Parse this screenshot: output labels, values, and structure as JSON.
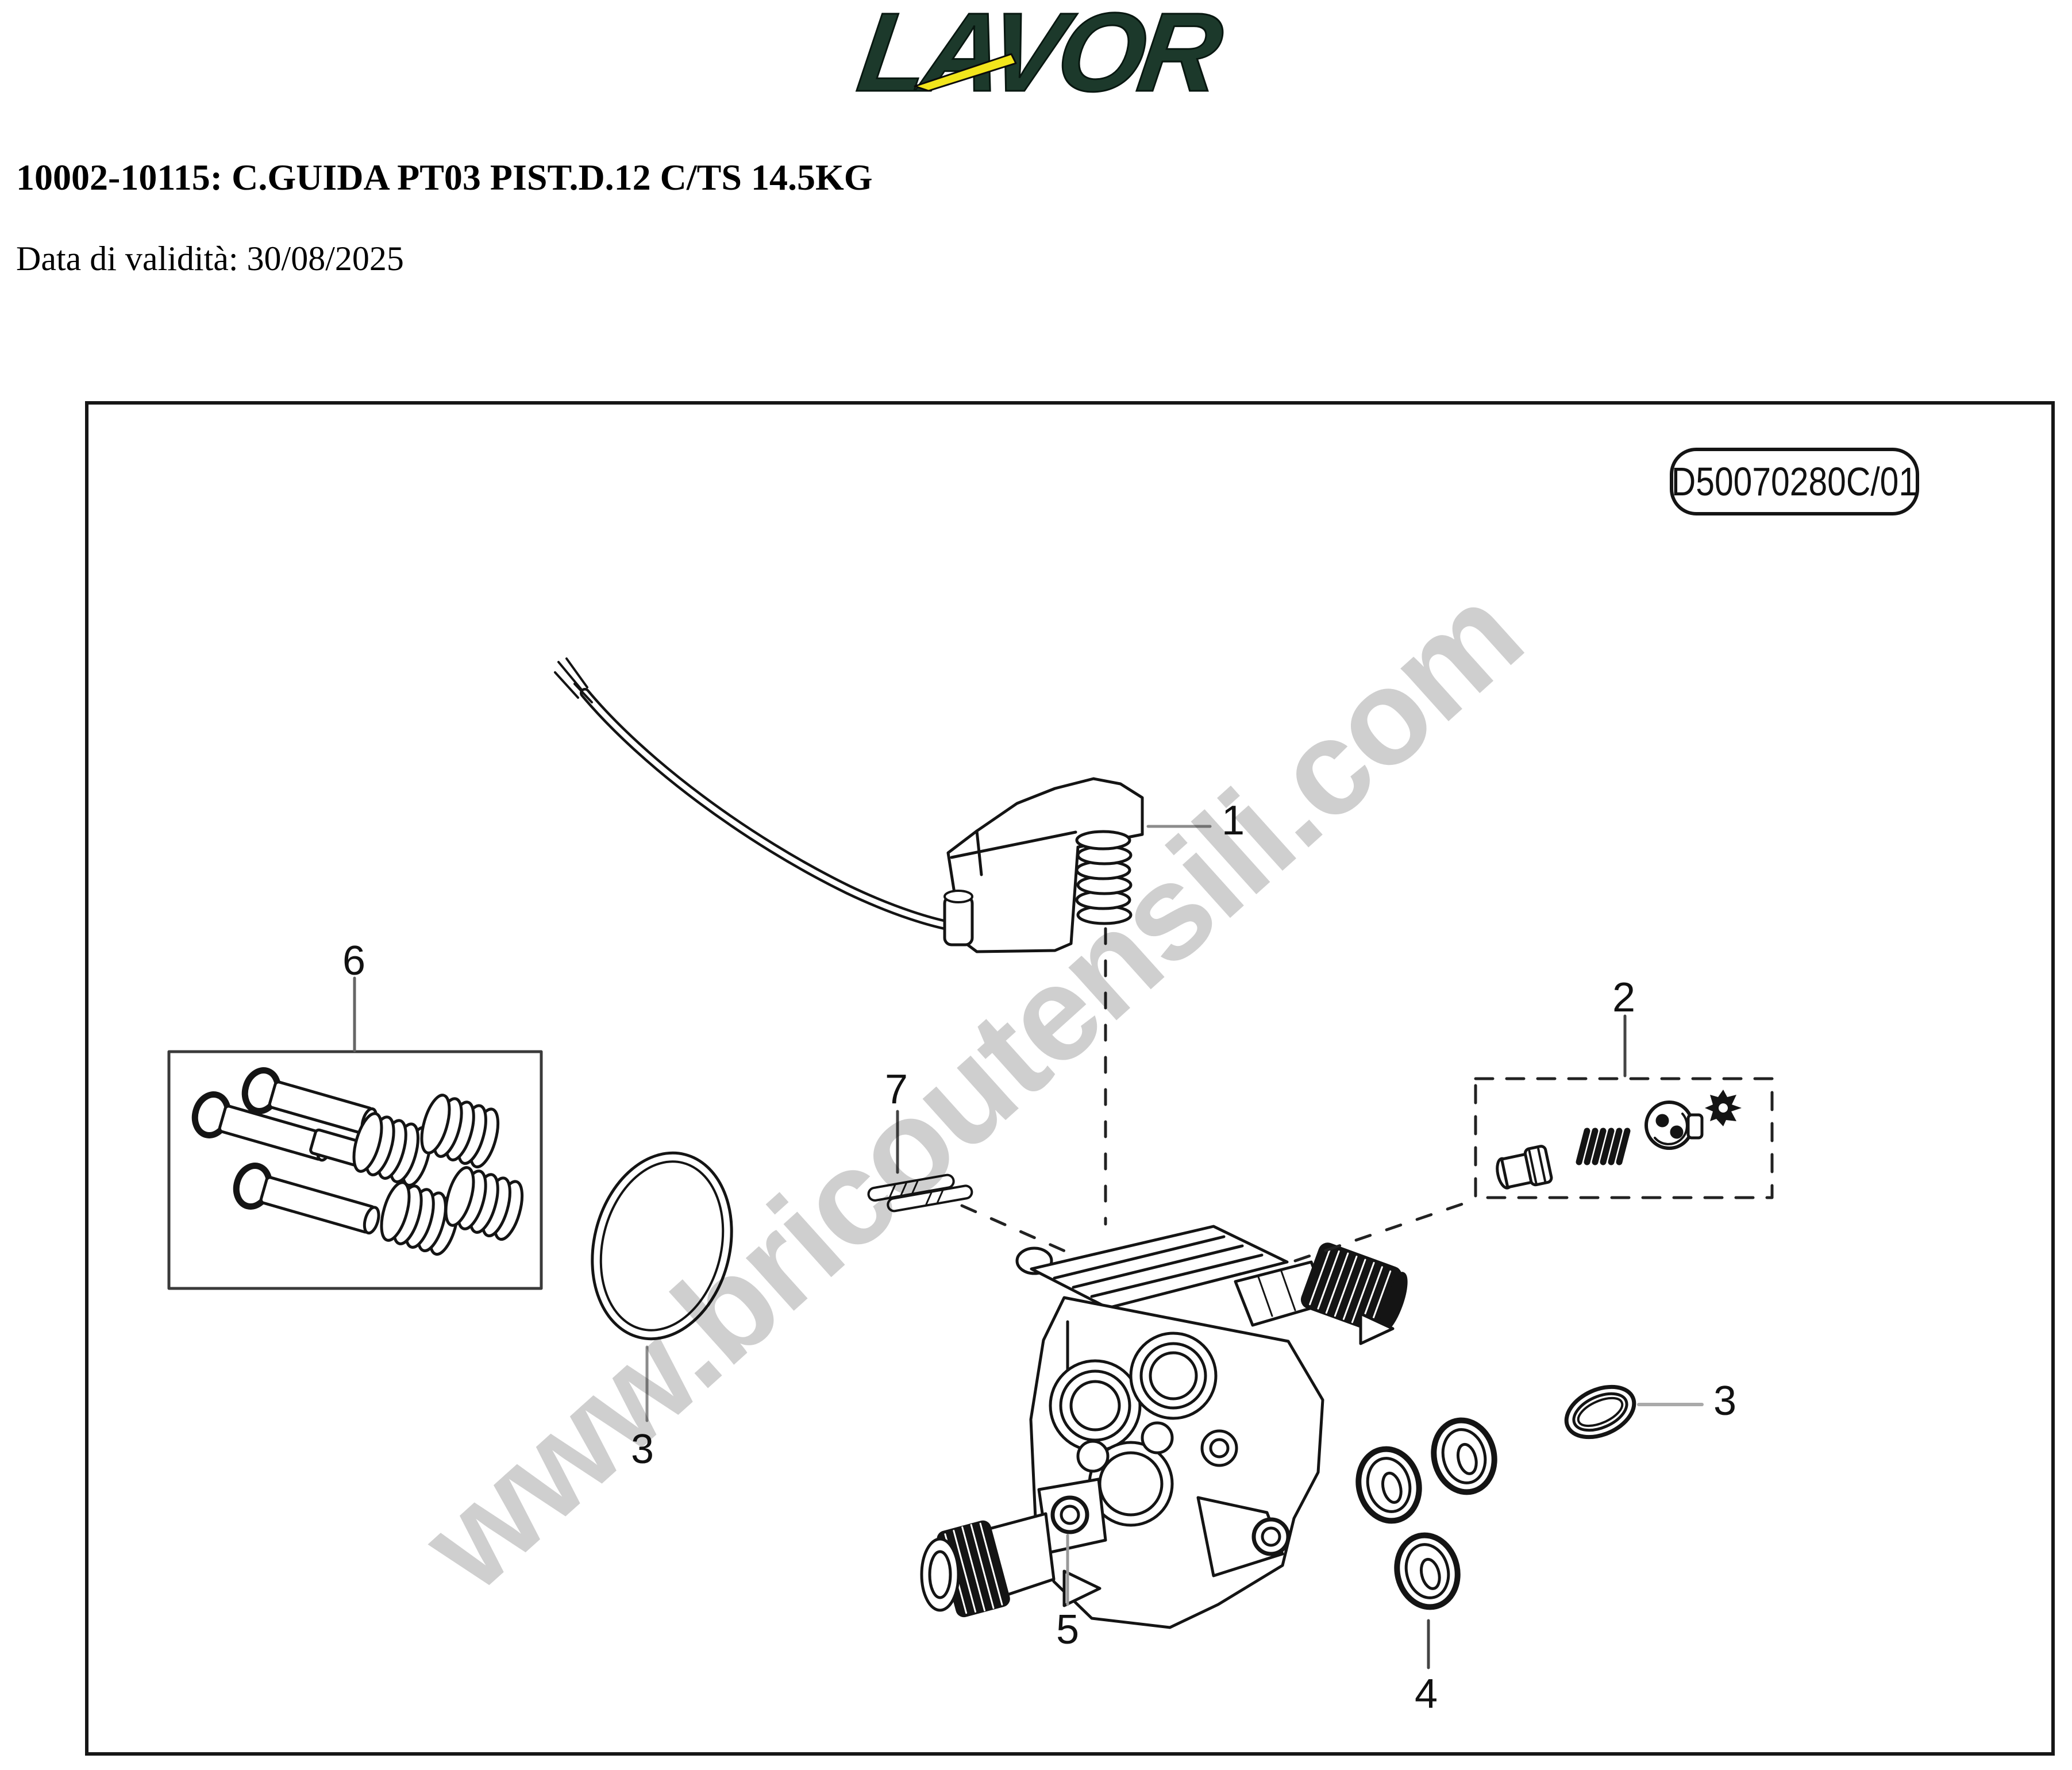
{
  "header": {
    "logo": {
      "text": "LAVOR",
      "color": "#1c392b",
      "swoosh_color": "#f2e51c"
    },
    "title": "10002-10115: C.GUIDA PT03 PIST.D.12 C/TS 14.5KG",
    "validity": "Data di validità: 30/08/2025"
  },
  "diagram": {
    "drawing_code": "D50070280C/01",
    "watermark": "www.bricoutensili.com",
    "callouts": {
      "c1": "1",
      "c2": "2",
      "c3a": "3",
      "c3b": "3",
      "c4": "4",
      "c5": "5",
      "c6": "6",
      "c7": "7"
    }
  }
}
